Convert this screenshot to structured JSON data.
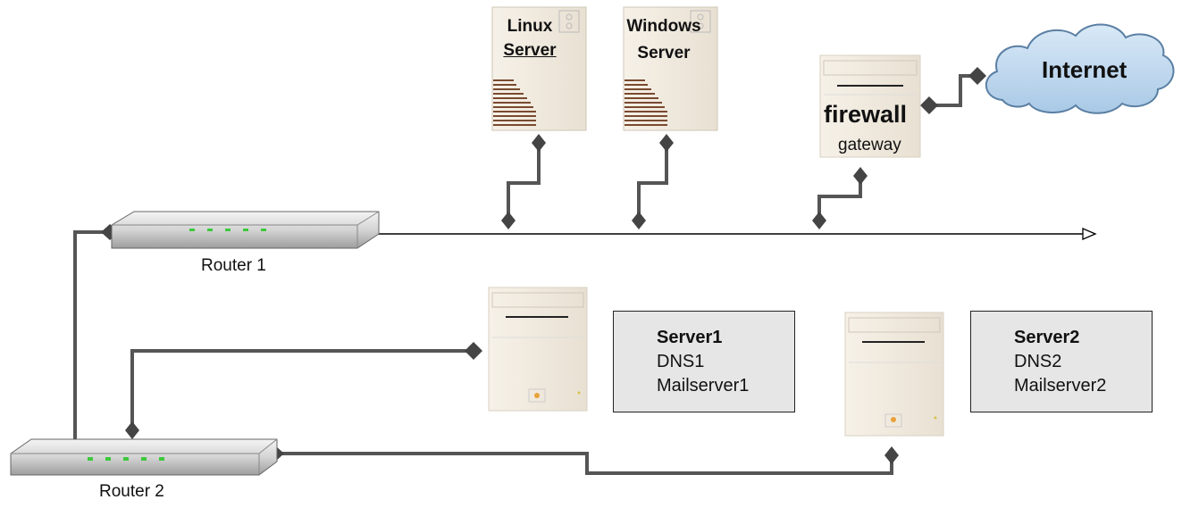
{
  "diagram": {
    "nodes": {
      "router1": {
        "label": "Router 1",
        "icon": "router-icon"
      },
      "router2": {
        "label": "Router 2",
        "icon": "router-icon"
      },
      "linux_server": {
        "label_line1": "Linux",
        "label_line2": "Server",
        "icon": "server-tower-icon"
      },
      "windows_server": {
        "label_line1": "Windows",
        "label_line2": "Server",
        "icon": "server-tower-icon"
      },
      "firewall": {
        "title": "firewall",
        "subtitle": "gateway",
        "icon": "desktop-computer-icon"
      },
      "internet": {
        "label": "Internet",
        "icon": "cloud-icon"
      },
      "server1_machine": {
        "icon": "desktop-computer-icon"
      },
      "server2_machine": {
        "icon": "desktop-computer-icon"
      }
    },
    "info_boxes": {
      "server1": {
        "name": "Server1",
        "line2": "DNS1",
        "line3": "Mailserver1"
      },
      "server2": {
        "name": "Server2",
        "line2": "DNS2",
        "line3": "Mailserver2"
      }
    },
    "connections": [
      {
        "from": "router1",
        "to": "backbone"
      },
      {
        "from": "linux_server",
        "to": "backbone"
      },
      {
        "from": "windows_server",
        "to": "backbone"
      },
      {
        "from": "firewall",
        "to": "backbone"
      },
      {
        "from": "firewall",
        "to": "internet"
      },
      {
        "from": "router1",
        "to": "router2"
      },
      {
        "from": "router2",
        "to": "server1_machine"
      },
      {
        "from": "router2",
        "to": "server2_machine"
      }
    ],
    "colors": {
      "line": "#000000",
      "connector": "#444444",
      "cloud_fill": "#bcd7ee",
      "box_fill": "#e6e6e6",
      "server_stripes": "#7a4a2f",
      "router_led": "#3cc93c"
    }
  }
}
